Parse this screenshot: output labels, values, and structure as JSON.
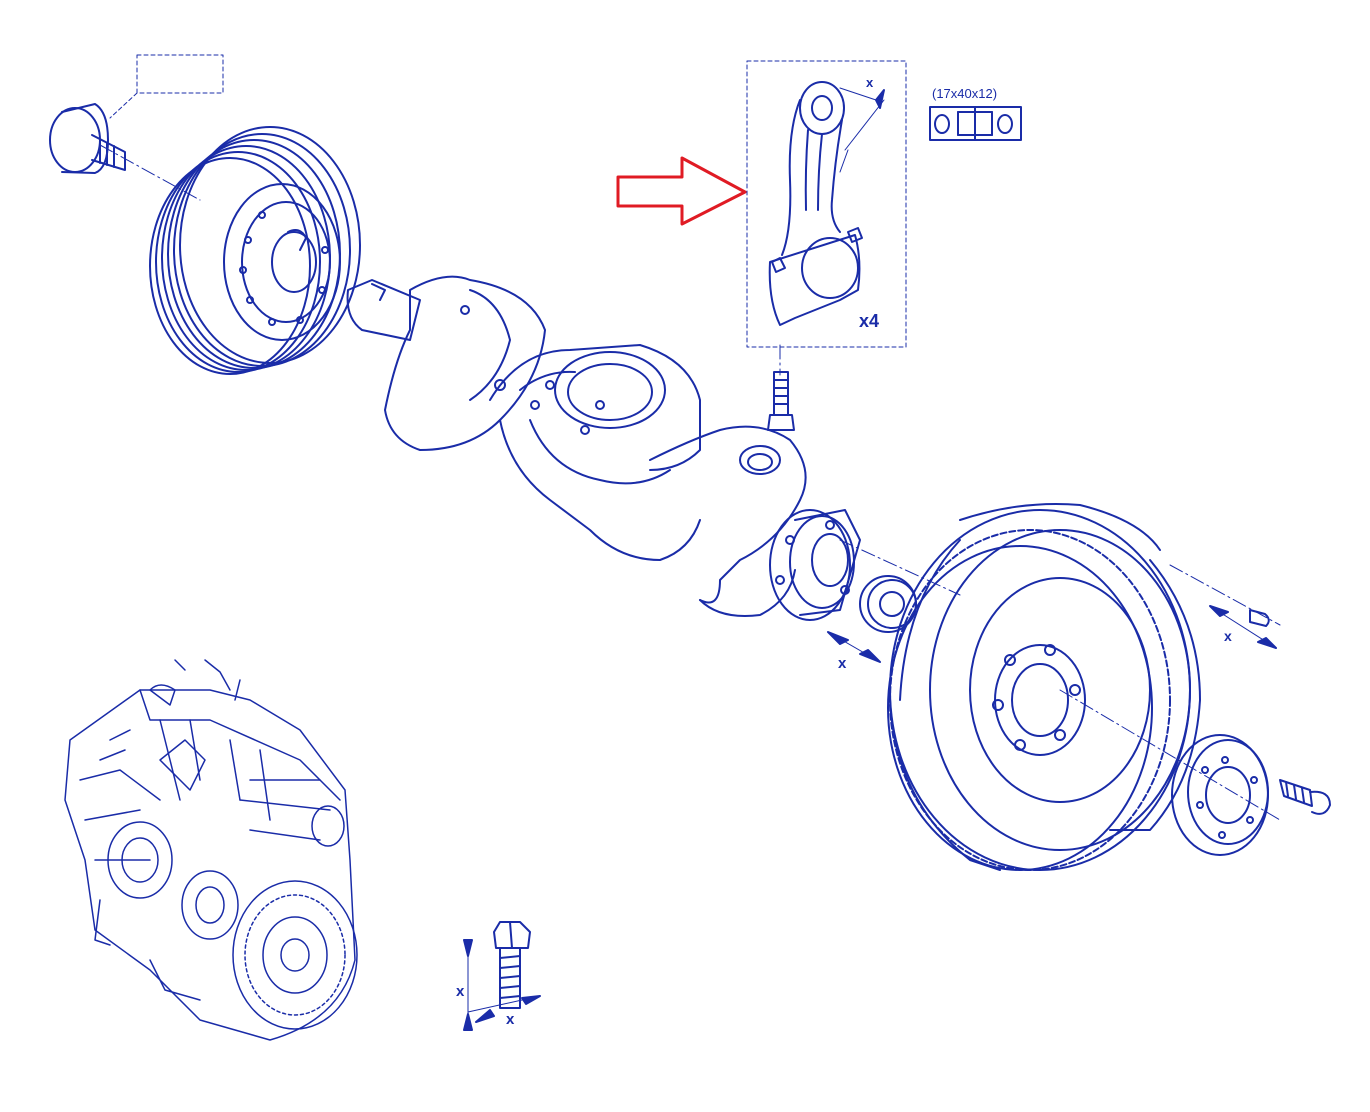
{
  "diagram": {
    "ink_color": "#1a2ca8",
    "highlight_color": "#e01b24",
    "conrod": {
      "quantity_label": "x4",
      "dimension_label": "x",
      "bushing_size_label": "(17x40x12)"
    },
    "rear_bearing": {
      "dimension_label": "x"
    },
    "flywheel_dowel": {
      "dimension_label": "x"
    },
    "bolt_gauge": {
      "height_label": "x",
      "width_label": "x"
    },
    "parts": [
      "pulley-bolt-icon",
      "crankshaft-pulley-icon",
      "crankshaft-icon",
      "connecting-rod-icon",
      "conrod-bolt-icon",
      "rear-pilot-bearing-icon",
      "flywheel-icon",
      "flywheel-plate-icon",
      "flywheel-bolt-icon",
      "engine-assembly-icon"
    ]
  }
}
